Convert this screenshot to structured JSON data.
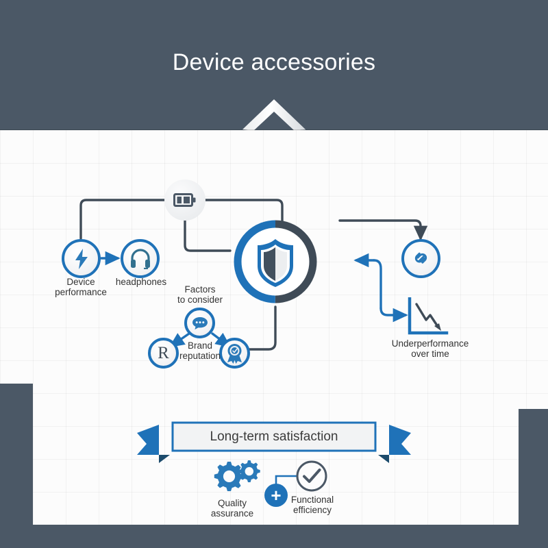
{
  "header": {
    "title": "Device accessories",
    "chevron_icon": "chevron-up-icon",
    "background_color": "#4b5866",
    "title_color": "#ffffff"
  },
  "theme": {
    "accent_blue": "#1f72b8",
    "dark_slate": "#4b5866",
    "panel_background": "#fcfcfc",
    "label_text": "#333333",
    "connector_dark": "#3f4b57"
  },
  "diagram": {
    "hub": {
      "icon": "shield-icon",
      "ring_left_color": "#3f4b57",
      "ring_right_color": "#1f72b8"
    },
    "nodes": [
      {
        "id": "battery",
        "icon": "battery-icon",
        "label": ""
      },
      {
        "id": "device-performance",
        "icon": "lightning-bolt-icon",
        "label": "Device\nperformance"
      },
      {
        "id": "headphones",
        "icon": "headphones-icon",
        "label": "headphones"
      },
      {
        "id": "factors",
        "icon": "speech-bubble-icon",
        "label": "Factors\nto consider"
      },
      {
        "id": "registered",
        "icon": "registered-r-icon",
        "label": ""
      },
      {
        "id": "brand-reputation",
        "icon": "award-ribbon-icon",
        "label": "Brand\nreputation"
      },
      {
        "id": "link",
        "icon": "chain-link-icon",
        "label": ""
      },
      {
        "id": "underperformance",
        "icon": "declining-chart-icon",
        "label": "Underperformance\nover time"
      }
    ]
  },
  "banner": {
    "text": "Long-term satisfaction",
    "ribbon_color": "#1f72b8",
    "ribbon_shadow_color": "#1b4a6b"
  },
  "outcomes": {
    "quality": {
      "icon": "gears-icon",
      "label": "Quality\nassurance"
    },
    "plus": {
      "icon": "plus-icon",
      "symbol": "+"
    },
    "efficiency": {
      "icon": "check-circle-icon",
      "label": "Functional\nefficiency"
    }
  }
}
